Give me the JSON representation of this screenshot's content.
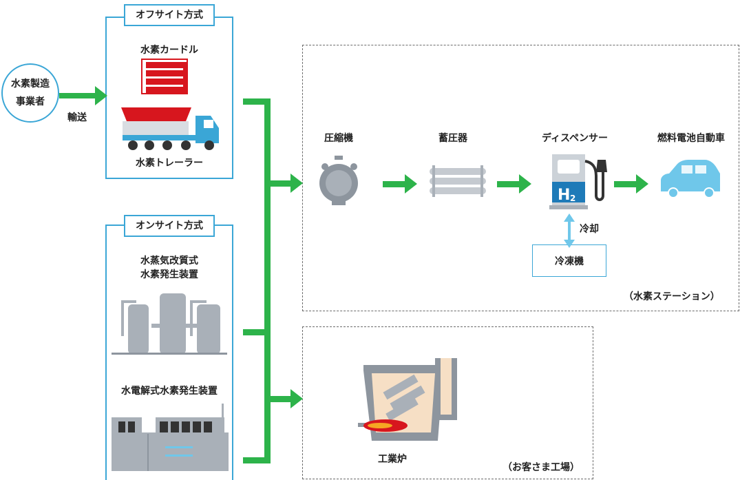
{
  "producer": {
    "line1": "水素製造",
    "line2": "事業者"
  },
  "transport_label": "輸送",
  "offsite": {
    "title": "オフサイト方式",
    "curdle_label": "水素カードル",
    "trailer_label": "水素トレーラー"
  },
  "onsite": {
    "title": "オンサイト方式",
    "steam_reform_line1": "水蒸気改質式",
    "steam_reform_line2": "水素発生装置",
    "electrolysis_label": "水電解式水素発生装置"
  },
  "station": {
    "compressor_label": "圧縮機",
    "accumulator_label": "蓄圧器",
    "dispenser_label": "ディスペンサー",
    "fcv_label": "燃料電池自動車",
    "cooling_label": "冷却",
    "chiller_label": "冷凍機",
    "area_label": "（水素ステーション）",
    "h2_symbol": "H",
    "h2_subscript": "2"
  },
  "factory": {
    "furnace_label": "工業炉",
    "area_label": "（お客さま工場）"
  },
  "colors": {
    "green": "#2db34a",
    "blue": "#3aa6d6",
    "red": "#d7161e",
    "gray": "#a9b0b8",
    "light_blue": "#6fc7ea"
  }
}
